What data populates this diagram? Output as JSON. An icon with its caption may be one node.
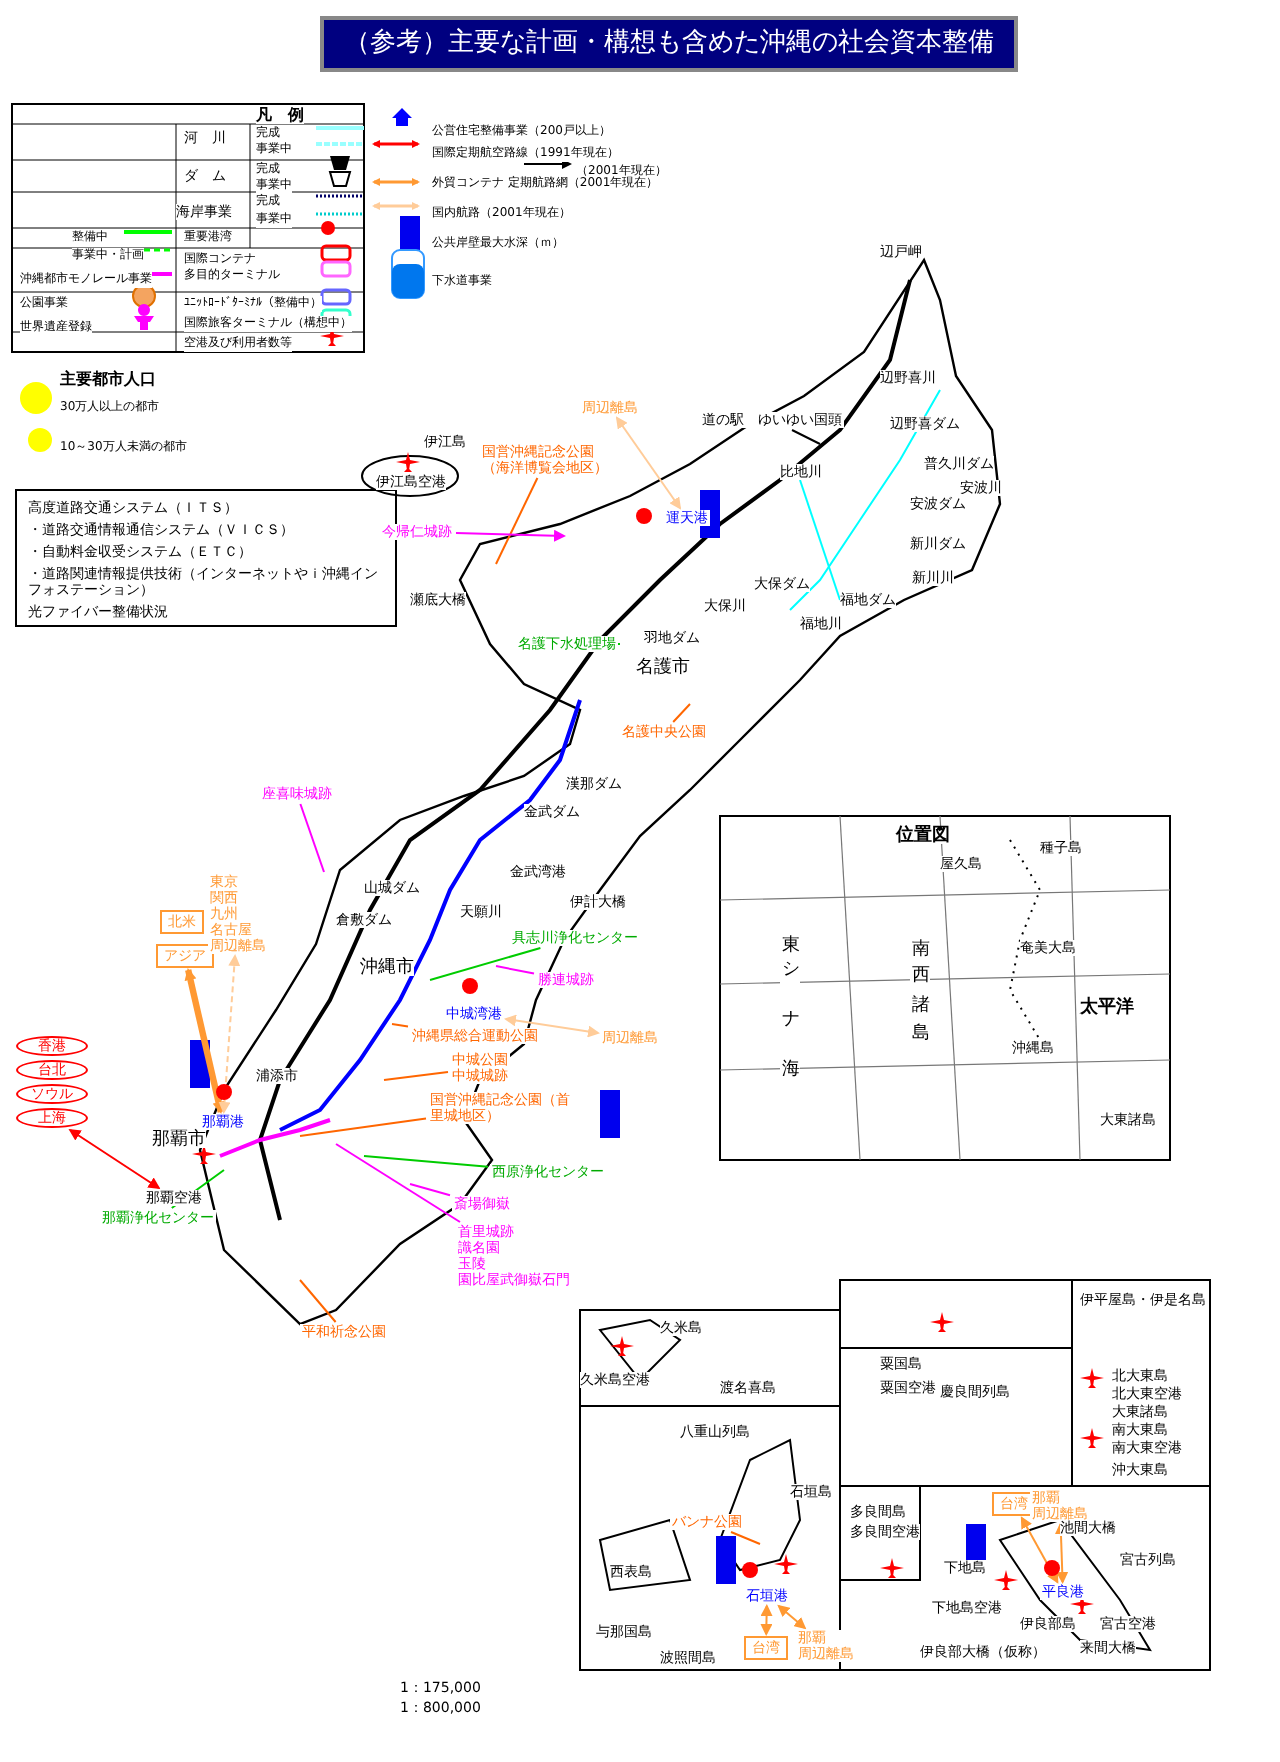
{
  "diagram": {
    "title": "（参考）主要な計画・構想も含めた沖縄の社会資本整備",
    "nodes": [
      {
        "text": [
          "香港"
        ]
      },
      {
        "text": [
          "台北"
        ]
      },
      {
        "text": [
          "ソウル"
        ]
      },
      {
        "text": [
          "上海"
        ]
      },
      {
        "text": [
          "那覇空港"
        ]
      },
      {
        "text": [
          "北米"
        ]
      },
      {
        "text": [
          "アジア"
        ]
      },
      {
        "text": [
          "東京",
          "関西",
          "九州",
          "名古屋",
          "周辺離島"
        ]
      },
      {
        "text": [
          "那覇港"
        ]
      },
      {
        "text": [
          "運天港"
        ]
      },
      {
        "text": [
          "周辺離島"
        ]
      },
      {
        "text": [
          "中城湾港"
        ]
      },
      {
        "text": [
          "周辺離島"
        ]
      },
      {
        "text": [
          "石垣港"
        ]
      },
      {
        "text": [
          "台湾"
        ]
      },
      {
        "text": [
          "那覇",
          "周辺離島"
        ]
      },
      {
        "text": [
          "平良港"
        ]
      },
      {
        "text": [
          "台湾"
        ]
      },
      {
        "text": [
          "那覇",
          "周辺離島"
        ]
      },
      {
        "text": [
          "国営沖縄記念公園（海洋博覧会地区）"
        ]
      },
      {
        "text": [
          "今帰仁城跡"
        ]
      },
      {
        "text": [
          "名護中央公園"
        ]
      },
      {
        "text": [
          "道の駅　ゆいゆい国頭"
        ]
      },
      {
        "text": [
          "座喜味城跡"
        ]
      },
      {
        "text": [
          "勝連城跡"
        ]
      },
      {
        "text": [
          "中城公園",
          "中城城跡"
        ]
      },
      {
        "text": [
          "沖縄県総合運動公園"
        ]
      },
      {
        "text": [
          "国営沖縄記念公園（首里城地区）"
        ]
      },
      {
        "text": [
          "首里城跡",
          "識名園",
          "玉陵",
          "園比屋武御嶽石門"
        ]
      },
      {
        "text": [
          "斎場御嶽"
        ]
      },
      {
        "text": [
          "平和祈念公園"
        ]
      },
      {
        "text": [
          "那覇浄化センター"
        ]
      },
      {
        "text": [
          "具志川浄化センター"
        ]
      },
      {
        "text": [
          "西原浄化センター"
        ]
      },
      {
        "text": [
          "名護下水処理場"
        ]
      },
      {
        "text": [
          "バンナ公園"
        ]
      }
    ],
    "edges": [
      {
        "from": 4,
        "to": 3,
        "arrow": "both",
        "color": "#ff0000"
      },
      {
        "from": 8,
        "to": 6,
        "arrow": "both",
        "color": "#ff9933",
        "style": "thick"
      },
      {
        "from": 8,
        "to": 7,
        "arrow": "both",
        "color": "#ffcc99",
        "style": "dashed"
      },
      {
        "from": 9,
        "to": 10,
        "arrow": "both",
        "color": "#ffcc99"
      },
      {
        "from": 11,
        "to": 12,
        "arrow": "both",
        "color": "#ffcc99"
      },
      {
        "from": 13,
        "to": 14,
        "arrow": "both",
        "color": "#ff9933"
      },
      {
        "from": 13,
        "to": 15,
        "arrow": "both",
        "color": "#ff9933"
      },
      {
        "from": 16,
        "to": 17,
        "arrow": "both",
        "color": "#ff9933"
      },
      {
        "from": 16,
        "to": 18,
        "arrow": "both",
        "color": "#ff9933"
      },
      {
        "from": 19,
        "to": null,
        "arrow": "none",
        "color": "#ff6600"
      },
      {
        "from": 20,
        "to": null,
        "arrow": "to",
        "color": "#ff00ff"
      },
      {
        "from": 21,
        "to": null,
        "arrow": "none",
        "color": "#ff6600"
      },
      {
        "from": 22,
        "to": null,
        "arrow": "none",
        "color": "#000000"
      },
      {
        "from": 23,
        "to": null,
        "arrow": "none",
        "color": "#ff00ff"
      },
      {
        "from": 24,
        "to": null,
        "arrow": "none",
        "color": "#ff00ff"
      },
      {
        "from": 25,
        "to": null,
        "arrow": "none",
        "color": "#ff6600"
      },
      {
        "from": 26,
        "to": null,
        "arrow": "none",
        "color": "#ff6600"
      },
      {
        "from": 27,
        "to": null,
        "arrow": "none",
        "color": "#ff6600"
      },
      {
        "from": 28,
        "to": null,
        "arrow": "none",
        "color": "#ff00ff"
      },
      {
        "from": 29,
        "to": null,
        "arrow": "none",
        "color": "#ff00ff"
      },
      {
        "from": 30,
        "to": null,
        "arrow": "none",
        "color": "#ff6600"
      },
      {
        "from": 31,
        "to": null,
        "arrow": "none",
        "color": "#00cc00"
      },
      {
        "from": 32,
        "to": null,
        "arrow": "none",
        "color": "#00cc00"
      },
      {
        "from": 33,
        "to": null,
        "arrow": "none",
        "color": "#00cc00"
      },
      {
        "from": 34,
        "to": null,
        "arrow": "none",
        "color": "#00cc00"
      },
      {
        "from": 35,
        "to": null,
        "arrow": "none",
        "color": "#ff6600"
      }
    ],
    "labels": [
      "凡　例",
      "河　川",
      "ダ　ム",
      "海岸事業",
      "主要都市人口",
      "高度道路交通システム（ＩＴＳ）",
      "・道路交通情報通信システム（ＶＩＣＳ）",
      "・自動料金収受システム（ＥＴＣ）",
      "・道路関連情報提供技術（インターネットやｉ沖縄インフォステーション）",
      "光ファイバー整備状況",
      "辺戸岬",
      "伊江島",
      "伊江島空港",
      "瀬底大橋",
      "名護市",
      "羽地ダム",
      "大保ダム",
      "福地ダム",
      "新川ダム",
      "安波ダム",
      "普久川ダム",
      "辺野喜ダム",
      "比地川",
      "大保川",
      "福地川",
      "新川川",
      "安波川",
      "辺野喜川",
      "漢那ダム",
      "金武ダム",
      "山城ダム",
      "倉敷ダム",
      "金武湾港",
      "天願川",
      "伊計大橋",
      "沖縄市",
      "浦添市",
      "那覇市",
      "位置図",
      "東シナ海",
      "南西諸島",
      "太平洋",
      "沖縄島",
      "大東諸島",
      "奄美大島",
      "屋久島",
      "種子島",
      "伊平屋島・伊是名島",
      "粟国島",
      "粟国空港",
      "渡名喜島",
      "久米島",
      "久米島空港",
      "慶良間列島",
      "北大東島",
      "北大東空港",
      "大東諸島",
      "南大東島",
      "南大東空港",
      "沖大東島",
      "宮古列島",
      "多良間島",
      "多良間空港",
      "下地島",
      "下地島空港",
      "伊良部島",
      "伊良部大橋（仮称）",
      "池間大橋",
      "来間大橋",
      "宮古空港",
      "八重山列島",
      "石垣島",
      "西表島",
      "与那国島",
      "波照間島",
      "1：175,000",
      "1：800,000"
    ],
    "legend": [
      {
        "text": "完成",
        "color": "#99ffff"
      },
      {
        "text": "事業中"
      },
      {
        "text": "完成"
      },
      {
        "text": "事業中"
      },
      {
        "text": "完成"
      },
      {
        "text": "事業中"
      },
      {
        "text": "重要港湾"
      },
      {
        "text": "整備中",
        "color": "#00ff00"
      },
      {
        "text": "事業中・計画"
      },
      {
        "text": "沖縄都市モノレール事業",
        "color": "#ff00ff"
      },
      {
        "text": "公園事業"
      },
      {
        "text": "世界遺産登録"
      },
      {
        "text": "国際コンテナ"
      },
      {
        "text": "多目的ターミナル"
      },
      {
        "text": "ﾕﾆｯﾄﾛｰﾄﾞﾀｰﾐﾅﾙ（整備中）"
      },
      {
        "text": "国際旅客ターミナル（構想中）"
      },
      {
        "text": "空港及び利用者数等"
      },
      {
        "text": "公営住宅整備事業（200戸以上）"
      },
      {
        "text": "国際定期航空路線（1991年現在）"
      },
      {
        "text": "（2001年現在）"
      },
      {
        "text": "外貿コンテナ 定期航路網（2001年現在）"
      },
      {
        "text": "国内航路（2001年現在）"
      },
      {
        "text": "公共岸壁最大水深（ｍ）"
      },
      {
        "text": "下水道事業"
      },
      {
        "text": "30万人以上の都市",
        "color": "#ffff00"
      },
      {
        "text": "10～30万人未満の都市",
        "color": "#ffff00"
      }
    ]
  }
}
